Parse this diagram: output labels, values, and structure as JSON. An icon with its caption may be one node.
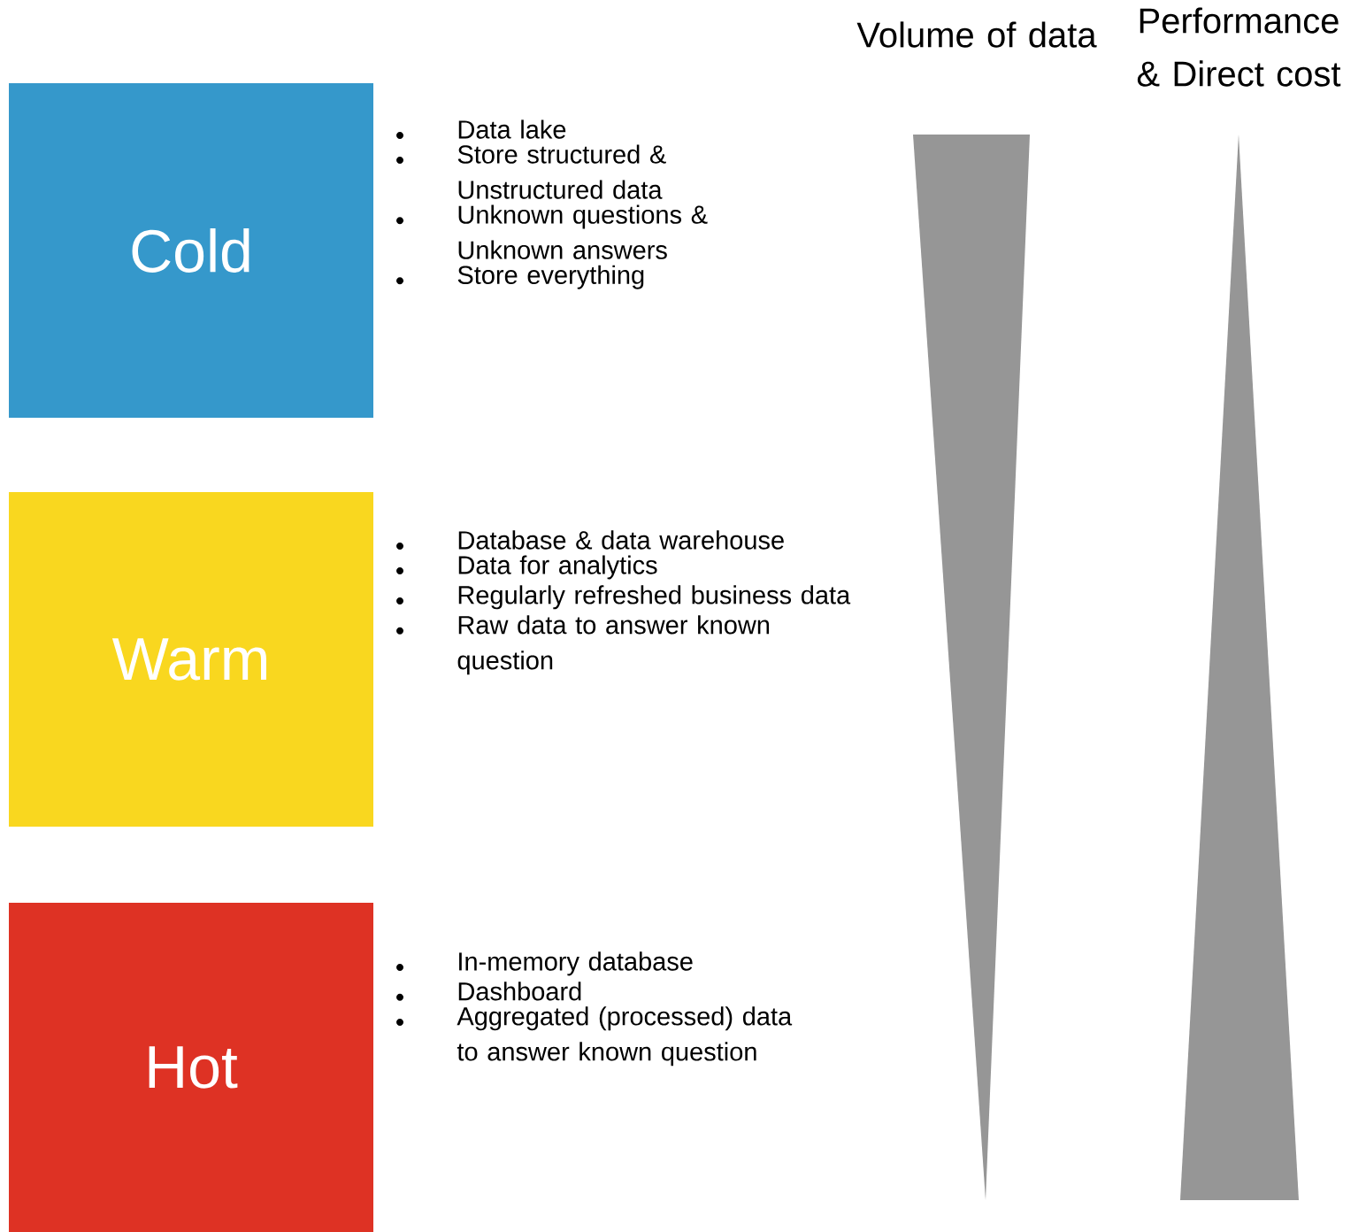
{
  "diagram": {
    "nodes": [
      {
        "text": [
          "Cold"
        ],
        "beside": [
          "Data lake",
          "Store structured & Unstructured data",
          "Unknown questions & Unknown answers",
          "Store everything"
        ]
      },
      {
        "text": [
          "Warm"
        ],
        "beside": [
          "Database & data warehouse",
          "Data for analytics",
          "Regularly refreshed business data",
          "Raw data to answer known question"
        ]
      },
      {
        "text": [
          "Hot"
        ],
        "beside": [
          "In-memory database",
          "Dashboard",
          "Aggregated (processed) data to answer known question"
        ]
      },
      {
        "text": [
          "Volume of data"
        ]
      },
      {
        "text": [
          "Performance & Direct cost"
        ]
      }
    ],
    "edges": []
  }
}
